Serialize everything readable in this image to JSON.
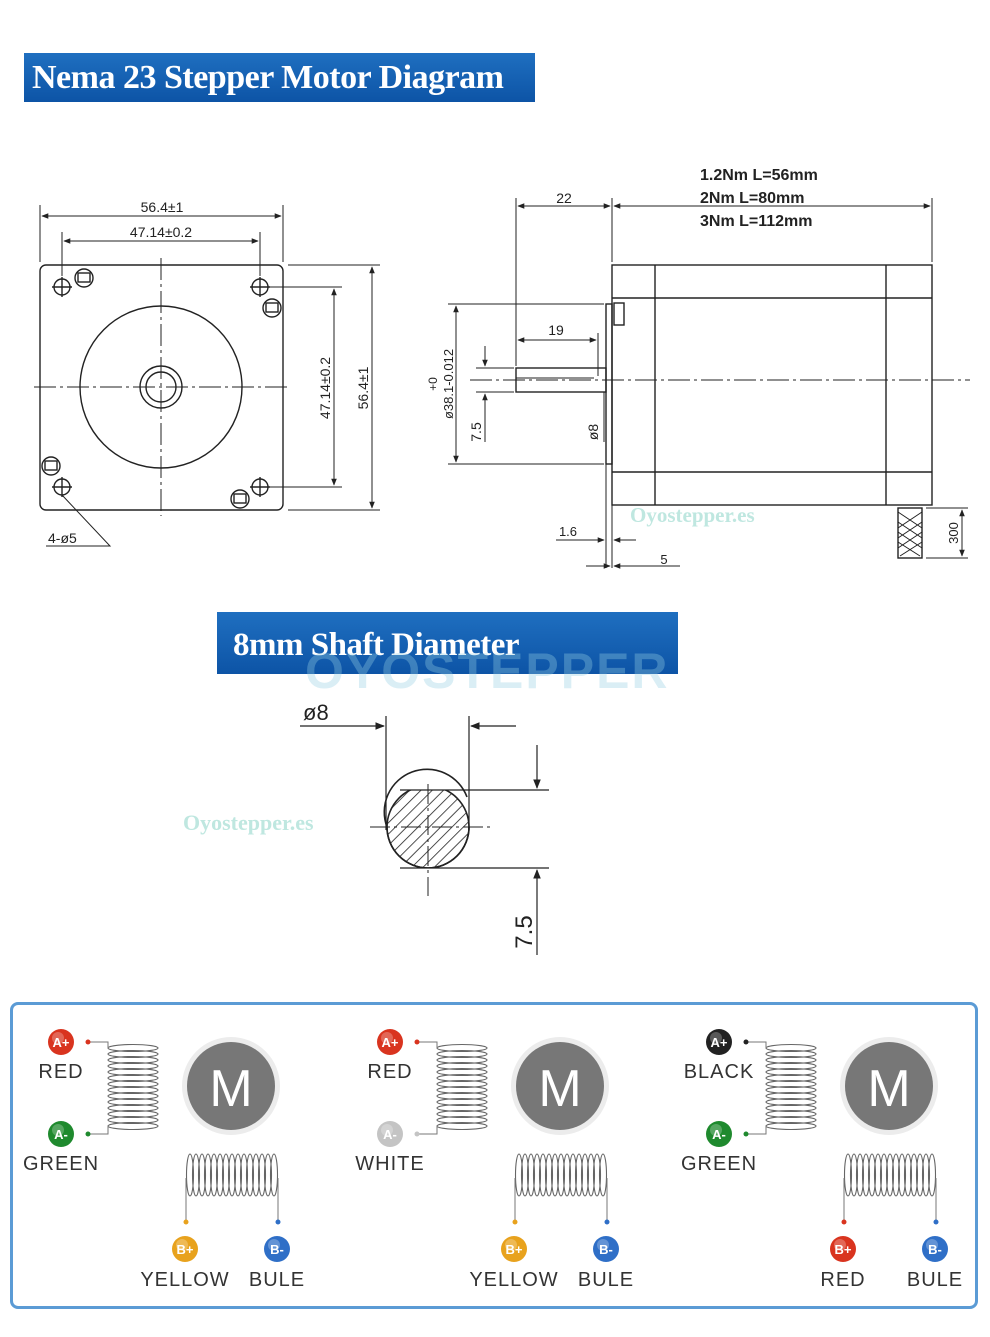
{
  "titles": {
    "diagram": "Nema 23 Stepper Motor Diagram",
    "shaft": "8mm Shaft Diameter"
  },
  "watermarks": {
    "site": "Oyostepper.es",
    "brand": "OYOSTEPPER"
  },
  "front_view": {
    "dim_outer_w": "56.4±1",
    "dim_hole_w": "47.14±0.2",
    "dim_hole_h": "47.14±0.2",
    "dim_outer_h": "56.4±1",
    "holes": "4-ø5"
  },
  "side_view": {
    "versions": [
      "1.2Nm L=56mm",
      "2Nm L=80mm",
      "3Nm L=112mm"
    ],
    "dim_shaft_len": "22",
    "dim_flat_len": "19",
    "dim_boss_dia": "ø38.1-0.012",
    "dim_boss_tol": "+0",
    "dim_flat": "7.5",
    "dim_shaft_dia": "ø8",
    "dim_boss_h": "1.6",
    "dim_flange": "5",
    "dim_lead": "300"
  },
  "shaft_section": {
    "dia": "ø8",
    "flat": "7.5"
  },
  "colors": {
    "banner": "#0d54a6",
    "frame": "#5b9bd5",
    "red": "#d9341f",
    "green": "#1f8a2e",
    "black": "#222222",
    "white": "#c4c4c4",
    "yellow": "#e8a21d",
    "blue": "#2f6fc7"
  },
  "wiring": [
    {
      "a_plus": {
        "tag": "A+",
        "label": "RED"
      },
      "a_minus": {
        "tag": "A-",
        "label": "GREEN"
      },
      "b_plus": {
        "tag": "B+",
        "label": "YELLOW"
      },
      "b_minus": {
        "tag": "B-",
        "label": "BULE"
      },
      "motor": "M"
    },
    {
      "a_plus": {
        "tag": "A+",
        "label": "RED"
      },
      "a_minus": {
        "tag": "A-",
        "label": "WHITE"
      },
      "b_plus": {
        "tag": "B+",
        "label": "YELLOW"
      },
      "b_minus": {
        "tag": "B-",
        "label": "BULE"
      },
      "motor": "M"
    },
    {
      "a_plus": {
        "tag": "A+",
        "label": "BLACK"
      },
      "a_minus": {
        "tag": "A-",
        "label": "GREEN"
      },
      "b_plus": {
        "tag": "B+",
        "label": "RED"
      },
      "b_minus": {
        "tag": "B-",
        "label": "BULE"
      },
      "motor": "M"
    }
  ]
}
